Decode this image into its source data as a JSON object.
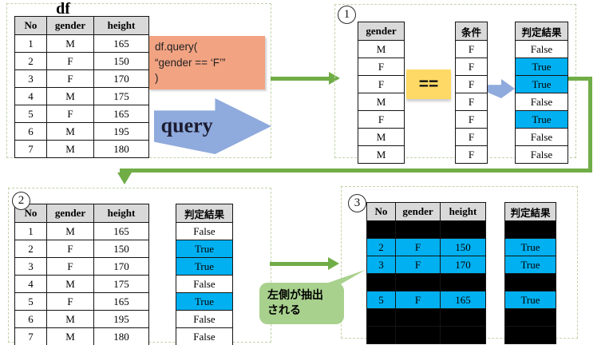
{
  "colors": {
    "highlight_cyan": "#00B0F0",
    "flow_green": "#70AD47",
    "code_box": "#F2A382",
    "operator_box": "#FFD966",
    "block_arrow_blue": "#8FAADC",
    "callout_green": "#A9D18E",
    "header_gray": "#D9D9D9"
  },
  "source_panel": {
    "title": "df",
    "table": {
      "headers": [
        "No",
        "gender",
        "height"
      ],
      "rows": [
        {
          "cells": [
            "1",
            "M",
            "165"
          ]
        },
        {
          "cells": [
            "2",
            "F",
            "150"
          ]
        },
        {
          "cells": [
            "3",
            "F",
            "170"
          ]
        },
        {
          "cells": [
            "4",
            "M",
            "175"
          ]
        },
        {
          "cells": [
            "5",
            "F",
            "165"
          ]
        },
        {
          "cells": [
            "6",
            "M",
            "195"
          ]
        },
        {
          "cells": [
            "7",
            "M",
            "180"
          ]
        }
      ]
    },
    "code": {
      "lines": [
        "df.query(",
        "“gender == ‘F’”",
        ")"
      ]
    },
    "query_arrow_label": "query"
  },
  "step1_panel": {
    "badge": "1",
    "gender_column": {
      "headers": [
        "gender"
      ],
      "rows": [
        {
          "cells": [
            "M"
          ]
        },
        {
          "cells": [
            "F"
          ]
        },
        {
          "cells": [
            "F"
          ]
        },
        {
          "cells": [
            "M"
          ]
        },
        {
          "cells": [
            "F"
          ]
        },
        {
          "cells": [
            "M"
          ]
        },
        {
          "cells": [
            "M"
          ]
        }
      ]
    },
    "operator_label": "==",
    "condition_column": {
      "headers": [
        "条件"
      ],
      "rows": [
        {
          "cells": [
            "F"
          ]
        },
        {
          "cells": [
            "F"
          ]
        },
        {
          "cells": [
            "F"
          ]
        },
        {
          "cells": [
            "F"
          ]
        },
        {
          "cells": [
            "F"
          ]
        },
        {
          "cells": [
            "F"
          ]
        },
        {
          "cells": [
            "F"
          ]
        }
      ]
    },
    "result_column": {
      "headers": [
        "判定結果"
      ],
      "rows": [
        {
          "cells": [
            "False"
          ]
        },
        {
          "cells": [
            "True"
          ],
          "style": "cyan"
        },
        {
          "cells": [
            "True"
          ],
          "style": "cyan"
        },
        {
          "cells": [
            "False"
          ]
        },
        {
          "cells": [
            "True"
          ],
          "style": "cyan"
        },
        {
          "cells": [
            "False"
          ]
        },
        {
          "cells": [
            "False"
          ]
        }
      ]
    }
  },
  "step2_panel": {
    "badge": "2",
    "table": {
      "headers": [
        "No",
        "gender",
        "height"
      ],
      "rows": [
        {
          "cells": [
            "1",
            "M",
            "165"
          ]
        },
        {
          "cells": [
            "2",
            "F",
            "150"
          ]
        },
        {
          "cells": [
            "3",
            "F",
            "170"
          ]
        },
        {
          "cells": [
            "4",
            "M",
            "175"
          ]
        },
        {
          "cells": [
            "5",
            "F",
            "165"
          ]
        },
        {
          "cells": [
            "6",
            "M",
            "195"
          ]
        },
        {
          "cells": [
            "7",
            "M",
            "180"
          ]
        }
      ]
    },
    "result_column": {
      "headers": [
        "判定結果"
      ],
      "rows": [
        {
          "cells": [
            "False"
          ]
        },
        {
          "cells": [
            "True"
          ],
          "style": "cyan"
        },
        {
          "cells": [
            "True"
          ],
          "style": "cyan"
        },
        {
          "cells": [
            "False"
          ]
        },
        {
          "cells": [
            "True"
          ],
          "style": "cyan"
        },
        {
          "cells": [
            "False"
          ]
        },
        {
          "cells": [
            "False"
          ]
        }
      ]
    }
  },
  "step3_panel": {
    "badge": "3",
    "table": {
      "headers": [
        "No",
        "gender",
        "height"
      ],
      "rows": [
        {
          "cells": [
            "",
            "",
            ""
          ],
          "style": "black"
        },
        {
          "cells": [
            "2",
            "F",
            "150"
          ],
          "style": "cyan"
        },
        {
          "cells": [
            "3",
            "F",
            "170"
          ],
          "style": "cyan"
        },
        {
          "cells": [
            "",
            "",
            ""
          ],
          "style": "black"
        },
        {
          "cells": [
            "5",
            "F",
            "165"
          ],
          "style": "cyan"
        },
        {
          "cells": [
            "",
            "",
            ""
          ],
          "style": "black"
        },
        {
          "cells": [
            "",
            "",
            ""
          ],
          "style": "black"
        }
      ]
    },
    "result_column": {
      "headers": [
        "判定結果"
      ],
      "rows": [
        {
          "cells": [
            ""
          ],
          "style": "black"
        },
        {
          "cells": [
            "True"
          ],
          "style": "cyan"
        },
        {
          "cells": [
            "True"
          ],
          "style": "cyan"
        },
        {
          "cells": [
            ""
          ],
          "style": "black"
        },
        {
          "cells": [
            "True"
          ],
          "style": "cyan"
        },
        {
          "cells": [
            ""
          ],
          "style": "black"
        },
        {
          "cells": [
            ""
          ],
          "style": "black"
        }
      ]
    }
  },
  "callout": {
    "lines": [
      "左側が抽出",
      "される"
    ]
  }
}
